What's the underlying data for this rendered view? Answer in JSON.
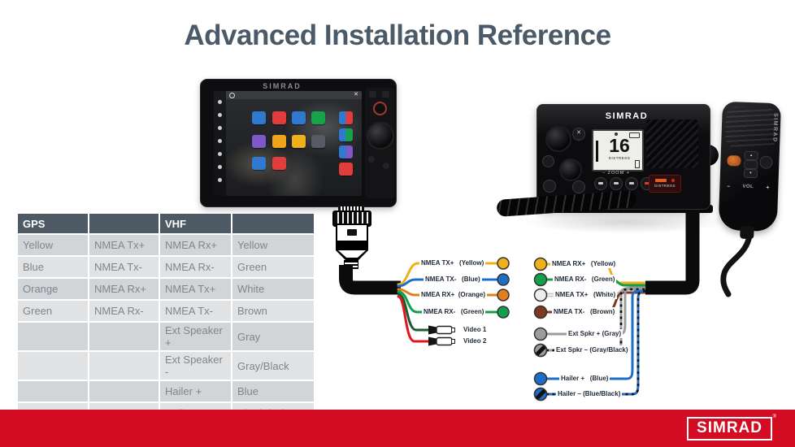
{
  "slide": {
    "title": "Advanced Installation Reference"
  },
  "table": {
    "headers": [
      "GPS",
      "",
      "VHF",
      ""
    ],
    "rows": [
      [
        "Yellow",
        "NMEA Tx+",
        "NMEA Rx+",
        "Yellow"
      ],
      [
        "Blue",
        "NMEA Tx-",
        "NMEA Rx-",
        "Green"
      ],
      [
        "Orange",
        "NMEA Rx+",
        "NMEA Tx+",
        "White"
      ],
      [
        "Green",
        "NMEA Rx-",
        "NMEA Tx-",
        "Brown"
      ],
      [
        "",
        "",
        "Ext Speaker +",
        "Gray"
      ],
      [
        "",
        "",
        "Ext Speaker -",
        "Gray/Black"
      ],
      [
        "",
        "",
        "Hailer +",
        "Blue"
      ],
      [
        "",
        "",
        "Hailer -",
        "Blue/Black"
      ]
    ]
  },
  "plotter": {
    "brand": "SIMRAD"
  },
  "radio": {
    "brand": "SIMRAD",
    "channel": "16",
    "channel_sub": "DISTRESS",
    "zoom_row": "–  ZOOM  +",
    "distress_label": "DISTRESS",
    "mic_brand": "SIMRAD",
    "vol_minus": "–",
    "vol_label": "VOL",
    "vol_plus": "+"
  },
  "gps_wires": [
    {
      "label": "NMEA TX+   (Yellow)",
      "color": "#F0B01E"
    },
    {
      "label": "NMEA TX-   (Blue)",
      "color": "#1E6EC8"
    },
    {
      "label": "NMEA RX+  (Orange)",
      "color": "#E07F1E"
    },
    {
      "label": "NMEA RX-   (Green)",
      "color": "#12A04C"
    }
  ],
  "video_wires": [
    {
      "label": "Video 1",
      "color": "#1C5A32"
    },
    {
      "label": "Video 2",
      "color": "#E0151E"
    }
  ],
  "vhf_wires": [
    {
      "label": "NMEA RX+   (Yellow)",
      "color": "#F0B01E"
    },
    {
      "label": "NMEA RX-   (Green)",
      "color": "#12A04C"
    },
    {
      "label": "NMEA TX+   (White)",
      "color": "#EDEDED"
    },
    {
      "label": "NMEA TX-   (Brown)",
      "color": "#7C3A22"
    },
    {
      "label": "Ext Spkr + (Gray)",
      "color": "#9C9C9C"
    },
    {
      "label": "Ext Spkr – (Gray/Black)",
      "color": "#9C9C9C"
    },
    {
      "label": "Hailer +   (Blue)",
      "color": "#1E6EC8"
    },
    {
      "label": "Hailer – (Blue/Black)",
      "color": "#1E6EC8"
    }
  ],
  "footer": {
    "logo_text": "SIMRAD",
    "reg": "®"
  },
  "colors": {
    "title": "#4B5A69",
    "footer_red": "#D30C23",
    "table_header_bg": "#4D5965",
    "cable_black": "#0B0B0B"
  }
}
